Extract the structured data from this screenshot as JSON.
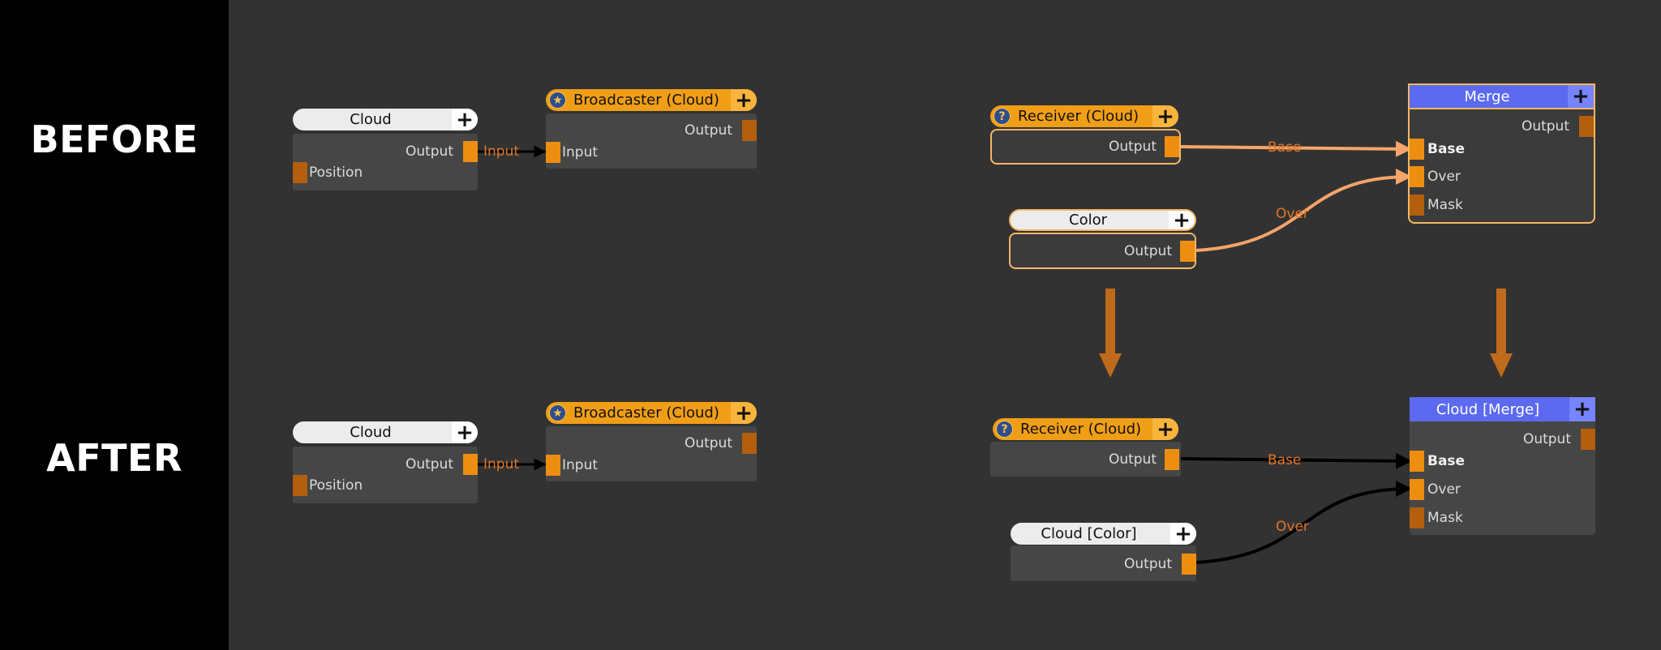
{
  "sections": {
    "before": "BEFORE",
    "after": "AFTER"
  },
  "colors": {
    "accent_orange": "#f19e17",
    "merge_blue": "#5b6af0",
    "wire_highlight": "#f5a46a",
    "wire_normal": "#000000",
    "arrow": "#c06a1b"
  },
  "before": {
    "cloud": {
      "title": "Cloud",
      "plus": "+",
      "output": "Output",
      "position": "Position"
    },
    "broadcaster": {
      "title": "Broadcaster (Cloud)",
      "plus": "+",
      "output": "Output",
      "input": "Input"
    },
    "wire_input_label": "Input",
    "receiver": {
      "title": "Receiver (Cloud)",
      "plus": "+",
      "output": "Output"
    },
    "color": {
      "title": "Color",
      "plus": "+",
      "output": "Output"
    },
    "merge": {
      "title": "Merge",
      "plus": "+",
      "output": "Output",
      "base": "Base",
      "over": "Over",
      "mask": "Mask"
    },
    "wire_base_label": "Base",
    "wire_over_label": "Over"
  },
  "after": {
    "cloud": {
      "title": "Cloud",
      "plus": "+",
      "output": "Output",
      "position": "Position"
    },
    "broadcaster": {
      "title": "Broadcaster (Cloud)",
      "plus": "+",
      "output": "Output",
      "input": "Input"
    },
    "wire_input_label": "Input",
    "receiver": {
      "title": "Receiver (Cloud)",
      "plus": "+",
      "output": "Output"
    },
    "color": {
      "title": "Cloud [Color]",
      "plus": "+",
      "output": "Output"
    },
    "merge": {
      "title": "Cloud [Merge]",
      "plus": "+",
      "output": "Output",
      "base": "Base",
      "over": "Over",
      "mask": "Mask"
    },
    "wire_base_label": "Base",
    "wire_over_label": "Over"
  }
}
